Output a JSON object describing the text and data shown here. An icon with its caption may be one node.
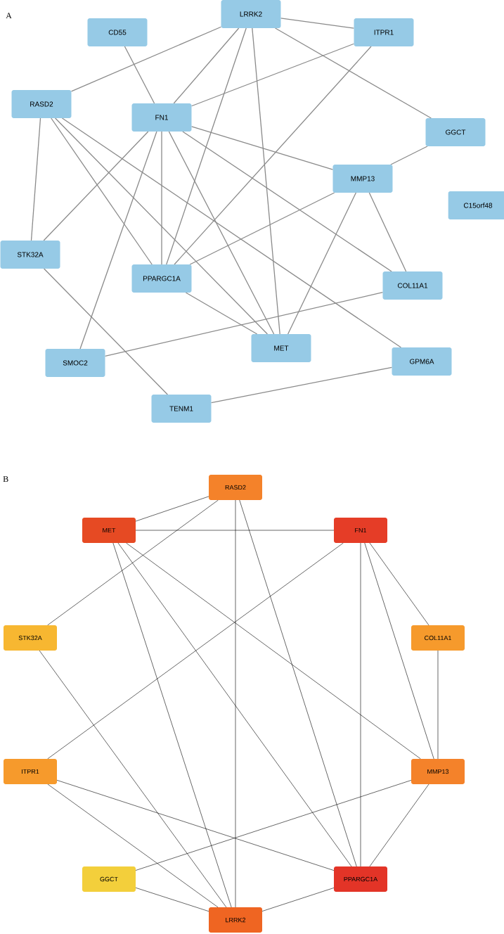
{
  "diagram": {
    "nodes": [
      {
        "text": [
          "LRRK2"
        ]
      },
      {
        "text": [
          "CD55"
        ]
      },
      {
        "text": [
          "ITPR1"
        ]
      },
      {
        "text": [
          "RASD2"
        ]
      },
      {
        "text": [
          "FN1"
        ]
      },
      {
        "text": [
          "GGCT"
        ]
      },
      {
        "text": [
          "MMP13"
        ]
      },
      {
        "text": [
          "C15orf48"
        ]
      },
      {
        "text": [
          "STK32A"
        ]
      },
      {
        "text": [
          "PPARGC1A"
        ]
      },
      {
        "text": [
          "COL11A1"
        ]
      },
      {
        "text": [
          "MET"
        ]
      },
      {
        "text": [
          "GPM6A"
        ]
      },
      {
        "text": [
          "SMOC2"
        ]
      },
      {
        "text": [
          "TENM1"
        ]
      },
      {
        "text": [
          "RASD2"
        ]
      },
      {
        "text": [
          "MET"
        ]
      },
      {
        "text": [
          "FN1"
        ]
      },
      {
        "text": [
          "STK32A"
        ]
      },
      {
        "text": [
          "COL11A1"
        ]
      },
      {
        "text": [
          "ITPR1"
        ]
      },
      {
        "text": [
          "MMP13"
        ]
      },
      {
        "text": [
          "GGCT"
        ]
      },
      {
        "text": [
          "PPARGC1A"
        ]
      },
      {
        "text": [
          "LRRK2"
        ]
      }
    ],
    "edges": [
      {
        "from": 0,
        "to": 2,
        "arrow": "none"
      },
      {
        "from": 0,
        "to": 3,
        "arrow": "none"
      },
      {
        "from": 0,
        "to": 4,
        "arrow": "none"
      },
      {
        "from": 0,
        "to": 9,
        "arrow": "none"
      },
      {
        "from": 0,
        "to": 11,
        "arrow": "none"
      },
      {
        "from": 0,
        "to": 5,
        "arrow": "none"
      },
      {
        "from": 1,
        "to": 4,
        "arrow": "none"
      },
      {
        "from": 2,
        "to": 4,
        "arrow": "none"
      },
      {
        "from": 2,
        "to": 9,
        "arrow": "none"
      },
      {
        "from": 3,
        "to": 8,
        "arrow": "none"
      },
      {
        "from": 3,
        "to": 9,
        "arrow": "none"
      },
      {
        "from": 3,
        "to": 11,
        "arrow": "none"
      },
      {
        "from": 3,
        "to": 12,
        "arrow": "none"
      },
      {
        "from": 4,
        "to": 8,
        "arrow": "none"
      },
      {
        "from": 4,
        "to": 13,
        "arrow": "none"
      },
      {
        "from": 4,
        "to": 9,
        "arrow": "none"
      },
      {
        "from": 4,
        "to": 11,
        "arrow": "none"
      },
      {
        "from": 4,
        "to": 6,
        "arrow": "none"
      },
      {
        "from": 4,
        "to": 10,
        "arrow": "none"
      },
      {
        "from": 5,
        "to": 6,
        "arrow": "none"
      },
      {
        "from": 6,
        "to": 9,
        "arrow": "none"
      },
      {
        "from": 6,
        "to": 11,
        "arrow": "none"
      },
      {
        "from": 6,
        "to": 10,
        "arrow": "none"
      },
      {
        "from": 9,
        "to": 11,
        "arrow": "none"
      },
      {
        "from": 10,
        "to": 13,
        "arrow": "none"
      },
      {
        "from": 8,
        "to": 14,
        "arrow": "none"
      },
      {
        "from": 12,
        "to": 14,
        "arrow": "none"
      },
      {
        "from": 15,
        "to": 16,
        "arrow": "none",
        "color": "#000000"
      },
      {
        "from": 15,
        "to": 18,
        "arrow": "none",
        "color": "#000000"
      },
      {
        "from": 15,
        "to": 24,
        "arrow": "none",
        "color": "#000000"
      },
      {
        "from": 15,
        "to": 23,
        "arrow": "none",
        "color": "#000000"
      },
      {
        "from": 16,
        "to": 17,
        "arrow": "none",
        "color": "#000000"
      },
      {
        "from": 16,
        "to": 24,
        "arrow": "none",
        "color": "#000000"
      },
      {
        "from": 16,
        "to": 23,
        "arrow": "none",
        "color": "#000000"
      },
      {
        "from": 16,
        "to": 21,
        "arrow": "none",
        "color": "#000000"
      },
      {
        "from": 17,
        "to": 20,
        "arrow": "none",
        "color": "#000000"
      },
      {
        "from": 17,
        "to": 23,
        "arrow": "none",
        "color": "#000000"
      },
      {
        "from": 17,
        "to": 21,
        "arrow": "none",
        "color": "#000000"
      },
      {
        "from": 17,
        "to": 19,
        "arrow": "none",
        "color": "#000000"
      },
      {
        "from": 18,
        "to": 24,
        "arrow": "none",
        "color": "#000000"
      },
      {
        "from": 19,
        "to": 21,
        "arrow": "none",
        "color": "#000000"
      },
      {
        "from": 20,
        "to": 23,
        "arrow": "none",
        "color": "#000000"
      },
      {
        "from": 20,
        "to": 24,
        "arrow": "none",
        "color": "#000000"
      },
      {
        "from": 21,
        "to": 22,
        "arrow": "none",
        "color": "#000000"
      },
      {
        "from": 21,
        "to": 23,
        "arrow": "none",
        "color": "#000000"
      },
      {
        "from": 22,
        "to": 24,
        "arrow": "none",
        "color": "#000000"
      },
      {
        "from": 23,
        "to": 24,
        "arrow": "none",
        "color": "#000000"
      }
    ],
    "labels": [
      "A",
      "B"
    ]
  }
}
